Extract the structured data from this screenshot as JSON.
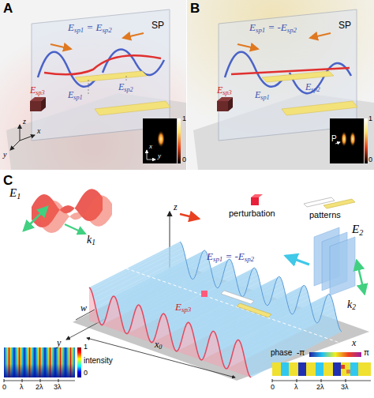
{
  "diagram": {
    "labels": [
      "A",
      "SP",
      "Esp1 = Esp2",
      "Esp1",
      "Esp2",
      "Esp3",
      "z",
      "x",
      "y",
      "x",
      "y",
      "1",
      "0",
      "B",
      "SP",
      "Esp1 = -Esp2",
      "Esp1",
      "Esp2",
      "Esp3",
      "P",
      "1",
      "0",
      "C",
      "E1",
      "k1",
      "z",
      "perturbation",
      "patterns",
      "Esp1 = -Esp2",
      "Esp3",
      "x",
      "E2",
      "k2",
      "y",
      "w",
      "x0",
      "1",
      "intensity",
      "0",
      "0",
      "λ",
      "2λ",
      "3λ",
      "phase",
      "-π",
      "π",
      "0",
      "λ",
      "2λ",
      "3λ"
    ]
  }
}
